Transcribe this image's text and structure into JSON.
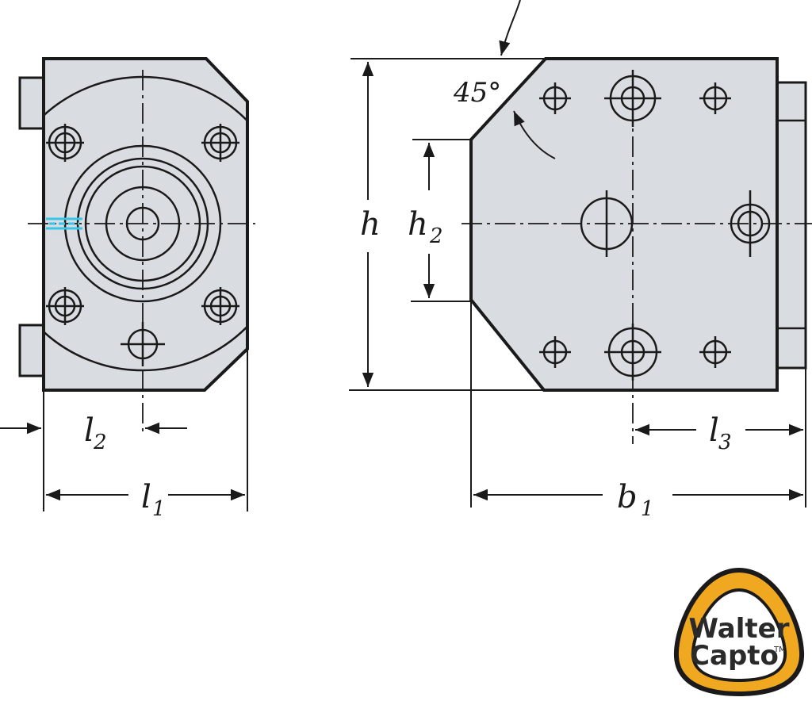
{
  "labels": {
    "l1": "l",
    "l1_sub": "1",
    "l2": "l",
    "l2_sub": "2",
    "l3": "l",
    "l3_sub": "3",
    "h": "h",
    "h2": "h",
    "h2_sub": "2",
    "b1": "b",
    "b1_sub": "1",
    "angle": "45°"
  },
  "logo": {
    "line1": "Walter",
    "line2": "Capto",
    "tm": "TM"
  },
  "colors": {
    "part_fill": "#d9dce0",
    "stroke": "#1a1a1a",
    "coolant": "#38c6e8",
    "logo_ring": "#f0a820",
    "logo_outline": "#1a1a1a"
  }
}
